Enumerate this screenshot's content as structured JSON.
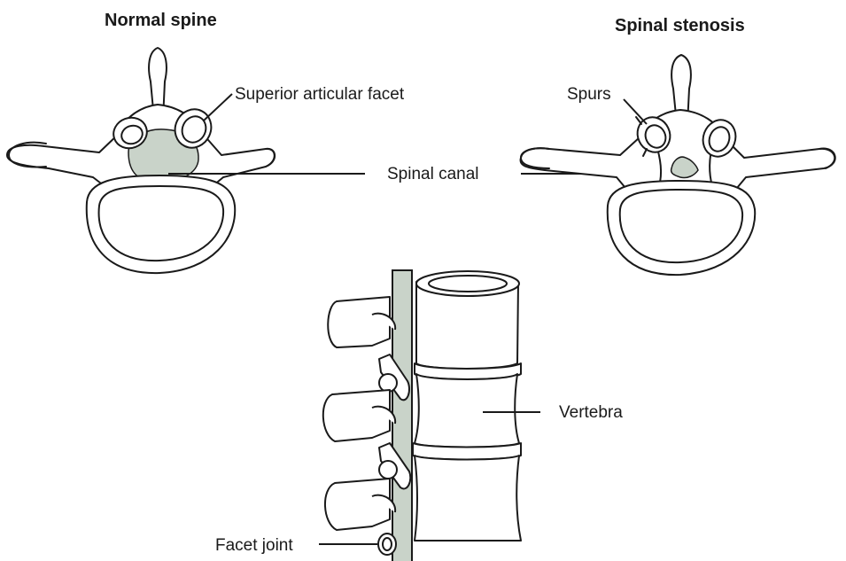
{
  "titles": {
    "normal": "Normal spine",
    "stenosis": "Spinal stenosis"
  },
  "labels": {
    "superior_articular_facet": "Superior articular facet",
    "spinal_canal": "Spinal canal",
    "spurs": "Spurs",
    "vertebra": "Vertebra",
    "facet_joint": "Facet joint"
  },
  "colors": {
    "canal_fill": "#c9d3c9",
    "line": "#1a1a1a"
  }
}
